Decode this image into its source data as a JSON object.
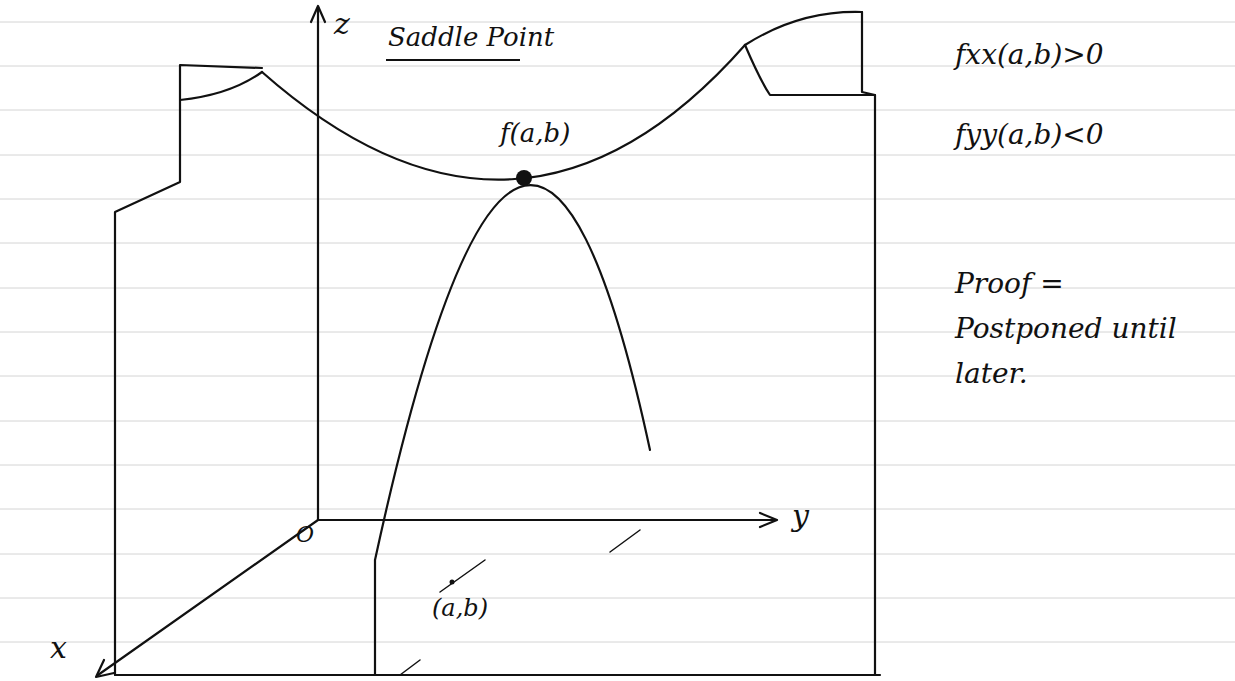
{
  "diagram": {
    "labels": [
      "Saddle Point",
      "z",
      "f(a,b)",
      "y",
      "O",
      "x",
      "(a,b)",
      "fxx(a,b)>0",
      "fyy(a,b)<0",
      "Proof = Postponed until later."
    ]
  }
}
